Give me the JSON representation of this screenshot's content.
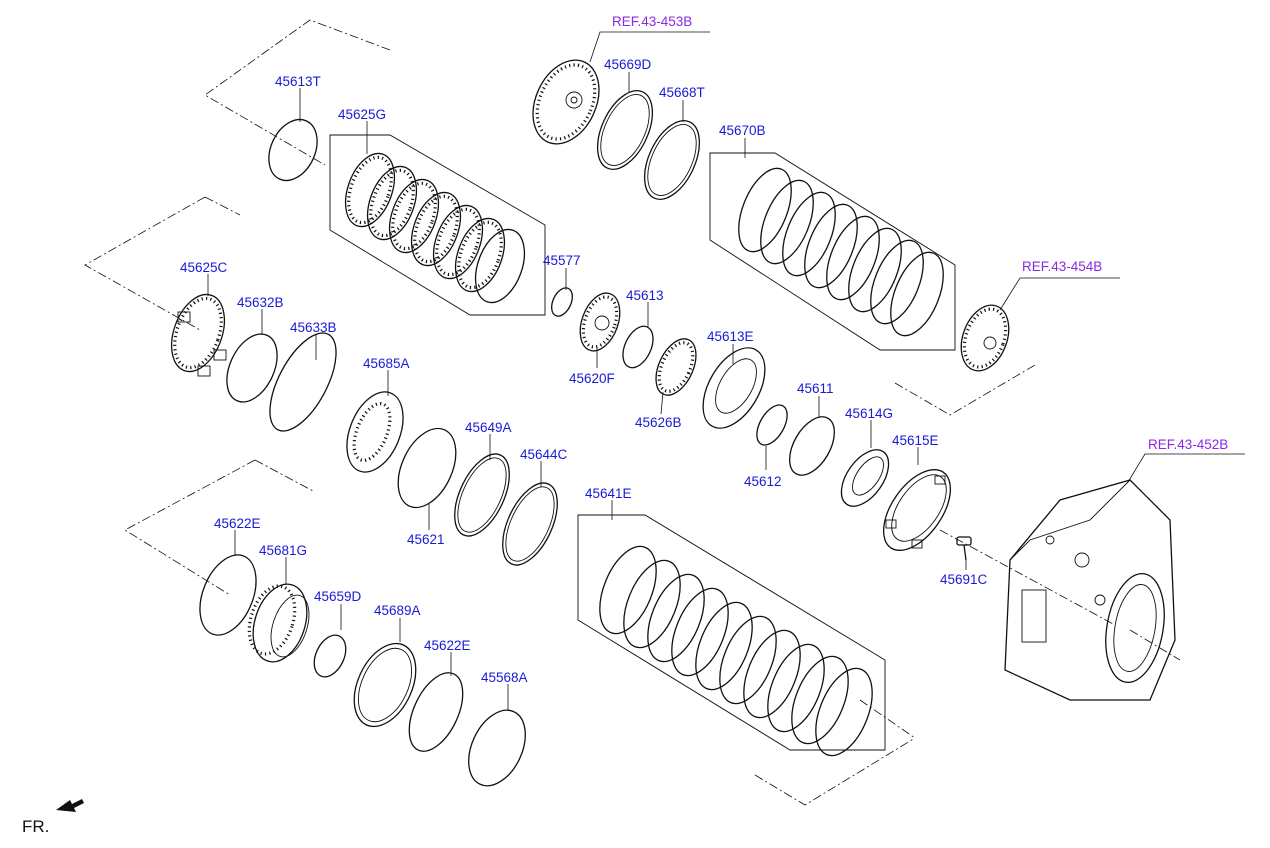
{
  "diagram": {
    "references": [
      {
        "id": "ref-453b",
        "text": "REF.43-453B"
      },
      {
        "id": "ref-454b",
        "text": "REF.43-454B"
      },
      {
        "id": "ref-452b",
        "text": "REF.43-452B"
      }
    ],
    "parts": [
      {
        "id": "45613T",
        "label": "45613T"
      },
      {
        "id": "45625G",
        "label": "45625G"
      },
      {
        "id": "45625C",
        "label": "45625C"
      },
      {
        "id": "45632B",
        "label": "45632B"
      },
      {
        "id": "45633B",
        "label": "45633B"
      },
      {
        "id": "45685A",
        "label": "45685A"
      },
      {
        "id": "45621",
        "label": "45621"
      },
      {
        "id": "45649A",
        "label": "45649A"
      },
      {
        "id": "45644C",
        "label": "45644C"
      },
      {
        "id": "45577",
        "label": "45577"
      },
      {
        "id": "45613",
        "label": "45613"
      },
      {
        "id": "45620F",
        "label": "45620F"
      },
      {
        "id": "45626B",
        "label": "45626B"
      },
      {
        "id": "45613E",
        "label": "45613E"
      },
      {
        "id": "45611",
        "label": "45611"
      },
      {
        "id": "45612",
        "label": "45612"
      },
      {
        "id": "45614G",
        "label": "45614G"
      },
      {
        "id": "45615E",
        "label": "45615E"
      },
      {
        "id": "45691C",
        "label": "45691C"
      },
      {
        "id": "45669D",
        "label": "45669D"
      },
      {
        "id": "45668T",
        "label": "45668T"
      },
      {
        "id": "45670B",
        "label": "45670B"
      },
      {
        "id": "45641E",
        "label": "45641E"
      },
      {
        "id": "45622E-a",
        "label": "45622E"
      },
      {
        "id": "45681G",
        "label": "45681G"
      },
      {
        "id": "45659D",
        "label": "45659D"
      },
      {
        "id": "45689A",
        "label": "45689A"
      },
      {
        "id": "45622E-b",
        "label": "45622E"
      },
      {
        "id": "45568A",
        "label": "45568A"
      }
    ],
    "direction_marker": {
      "text": "FR.",
      "icon": "front-arrow-icon"
    },
    "colors": {
      "part_label": "#1a1ad6",
      "reference_label": "#8a2be2",
      "line": "#111111"
    }
  }
}
